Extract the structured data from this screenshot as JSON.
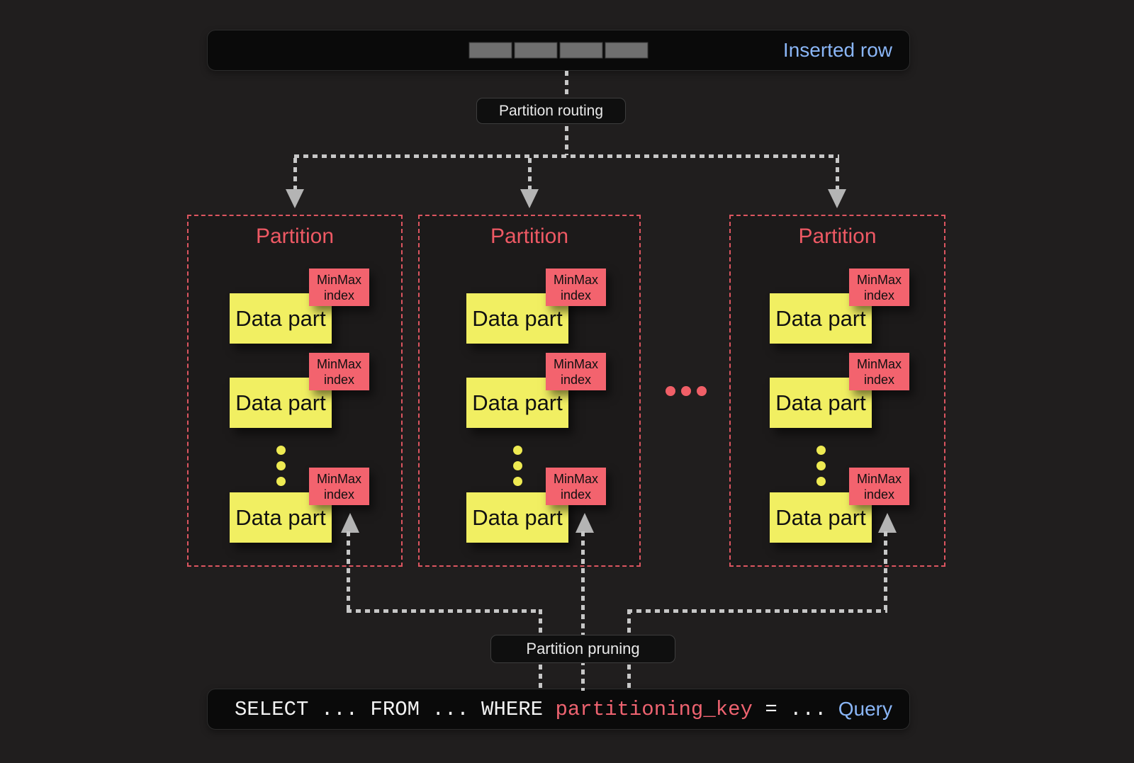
{
  "colors": {
    "background": "#201e1e",
    "bar_fill": "#0a0a0a",
    "accent_blue": "#8ab6f7",
    "partition_red": "#ee5964",
    "data_part_yellow": "#f1ef62",
    "minmax_tag_red": "#f3636e",
    "dash_gray": "#c7c7c7",
    "query_key_red": "#ee6370"
  },
  "top_bar": {
    "label": "Inserted row",
    "segments": 4
  },
  "routing": {
    "label": "Partition routing"
  },
  "partitions": [
    {
      "title": "Partition",
      "parts": [
        {
          "label": "Data part",
          "tag": "MinMax index"
        },
        {
          "label": "Data part",
          "tag": "MinMax index"
        },
        {
          "label": "Data part",
          "tag": "MinMax index"
        }
      ]
    },
    {
      "title": "Partition",
      "parts": [
        {
          "label": "Data part",
          "tag": "MinMax index"
        },
        {
          "label": "Data part",
          "tag": "MinMax index"
        },
        {
          "label": "Data part",
          "tag": "MinMax index"
        }
      ]
    },
    {
      "title": "Partition",
      "parts": [
        {
          "label": "Data part",
          "tag": "MinMax index"
        },
        {
          "label": "Data part",
          "tag": "MinMax index"
        },
        {
          "label": "Data part",
          "tag": "MinMax index"
        }
      ]
    }
  ],
  "decor": {
    "vertical_dots_per_column": 3,
    "ellipsis_dots": 3
  },
  "pruning": {
    "label": "Partition pruning"
  },
  "query_bar": {
    "code_prefix": "SELECT ... FROM ... WHERE ",
    "code_key": "partitioning_key",
    "code_suffix": " = ...",
    "label": "Query"
  }
}
